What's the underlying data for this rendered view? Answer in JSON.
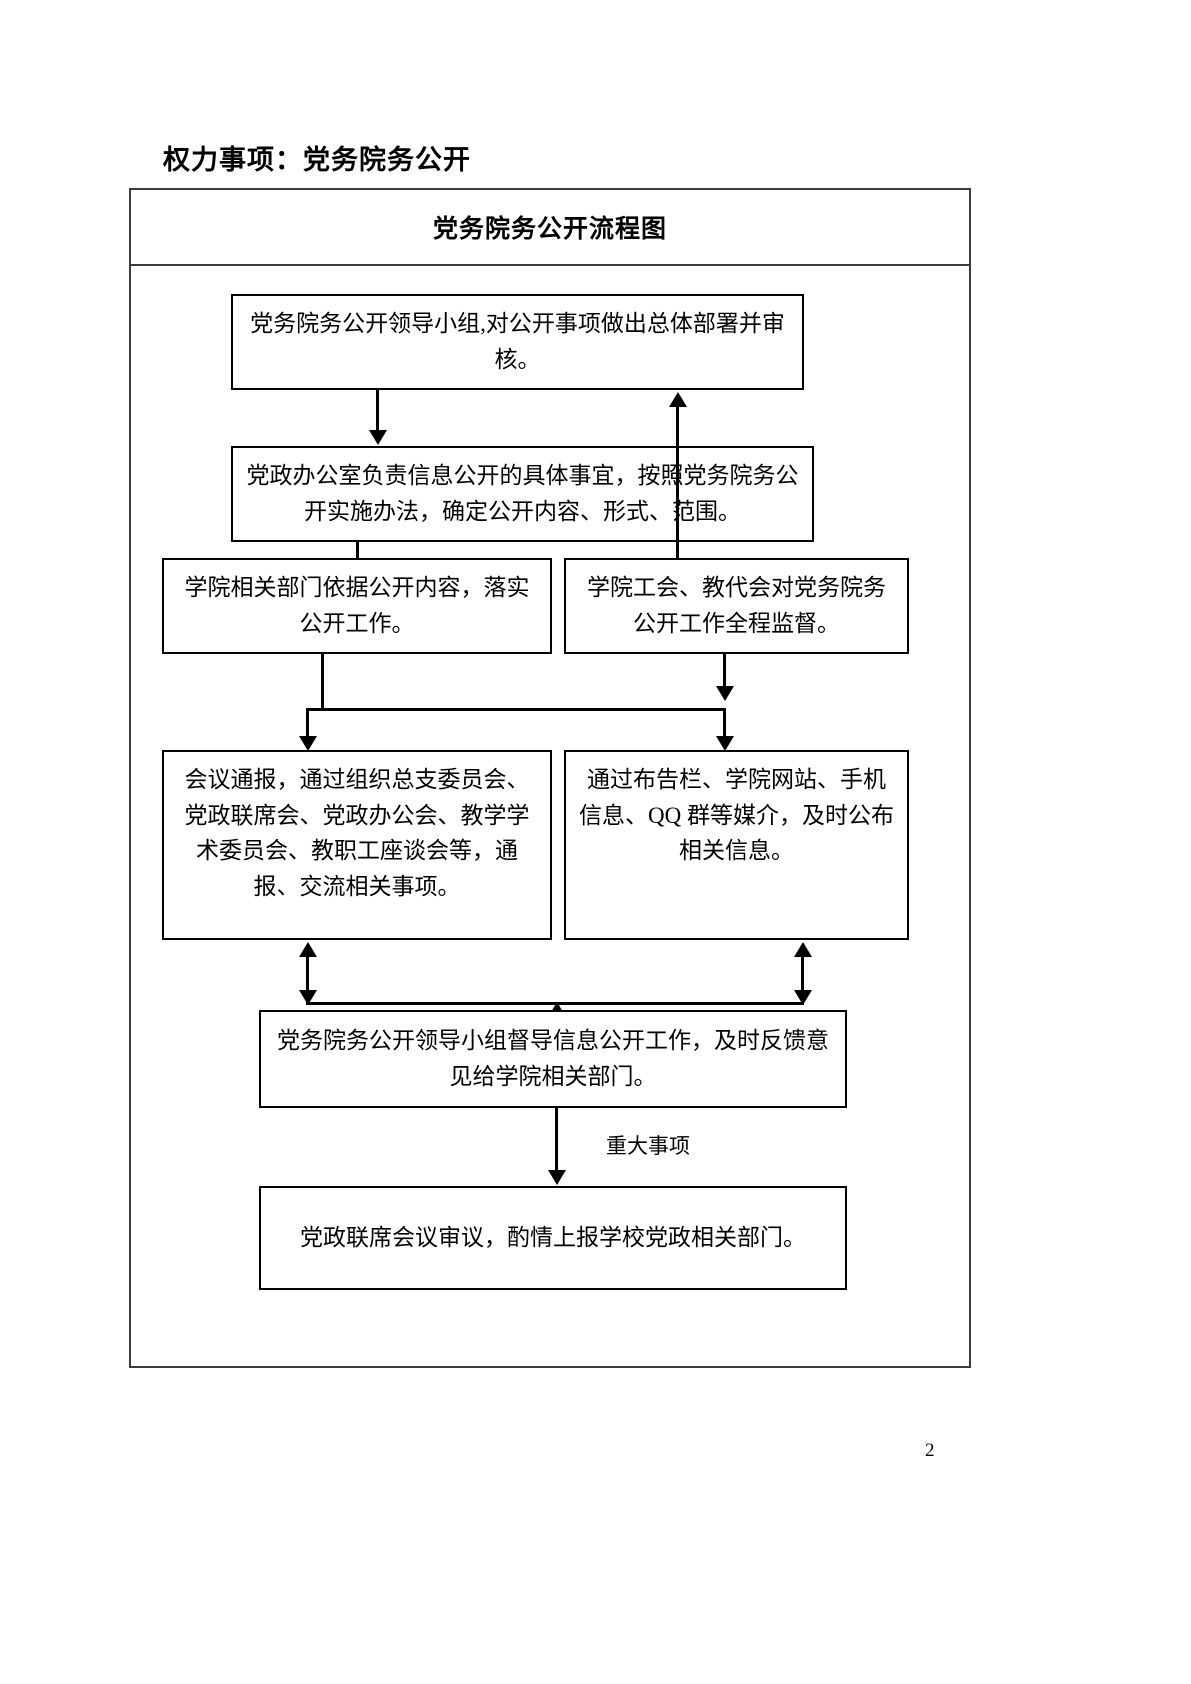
{
  "document": {
    "heading": "权力事项：党务院务公开",
    "chart_title": "党务院务公开流程图",
    "page_number": "2"
  },
  "flowchart": {
    "nodes": [
      {
        "id": "leadership-group",
        "text": "党务院务公开领导小组,对公开事项做出总体部署并审核。"
      },
      {
        "id": "party-admin-office",
        "text": "党政办公室负责信息公开的具体事宜，按照党务院务公开实施办法，确定公开内容、形式、范围。"
      },
      {
        "id": "college-departments",
        "text": "学院相关部门依据公开内容，落实公开工作。"
      },
      {
        "id": "union-supervision",
        "text": "学院工会、教代会对党务院务公开工作全程监督。"
      },
      {
        "id": "meeting-briefing",
        "text": "会议通报，通过组织总支委员会、党政联席会、党政办公会、教学学术委员会、教职工座谈会等，通报、交流相关事项。"
      },
      {
        "id": "media-publication",
        "text": "通过布告栏、学院网站、手机信息、QQ 群等媒介，及时公布相关信息。"
      },
      {
        "id": "supervision-feedback",
        "text": "党务院务公开领导小组督导信息公开工作，及时反馈意见给学院相关部门。"
      },
      {
        "id": "joint-meeting-review",
        "text": "党政联席会议审议，酌情上报学校党政相关部门。"
      }
    ],
    "edge_labels": [
      {
        "id": "major-matters",
        "text": "重大事项"
      }
    ]
  }
}
